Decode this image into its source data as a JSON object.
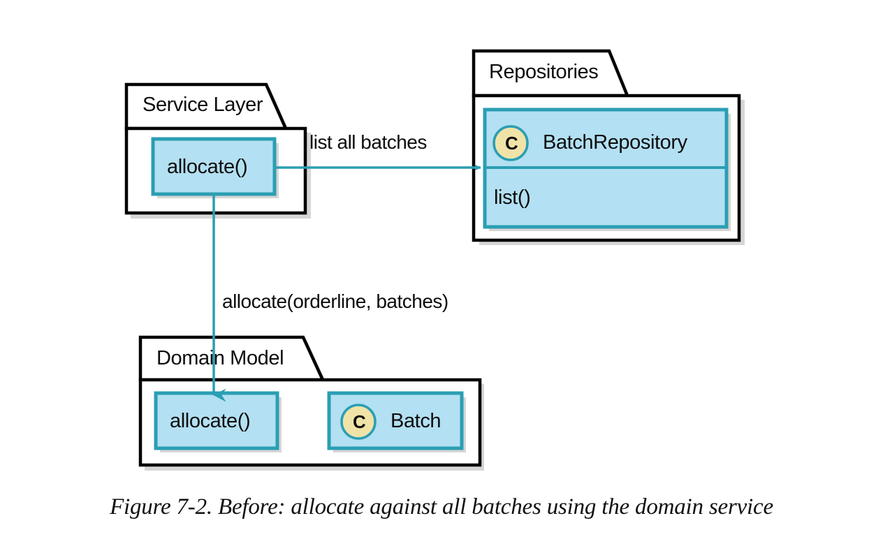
{
  "figure": {
    "caption": "Figure 7-2. Before: allocate against all batches using the domain service"
  },
  "colors": {
    "box_fill": "#b3e0f2",
    "box_border": "#2b9eb3",
    "class_icon_fill": "#f0e3a8",
    "class_icon_border": "#2b9eb3",
    "arrow": "#2b9eb3",
    "package_border": "#000000",
    "package_fill": "#ffffff",
    "shadow": "#b0b0b0",
    "text": "#0d0d0d",
    "background": "#ffffff"
  },
  "packages": [
    {
      "id": "service-layer",
      "title": "Service Layer",
      "boxes": [
        {
          "id": "service-allocate",
          "label": "allocate()",
          "kind": "method",
          "icon": null
        }
      ]
    },
    {
      "id": "repositories",
      "title": "Repositories",
      "boxes": [
        {
          "id": "batch-repository",
          "label": "BatchRepository",
          "kind": "class",
          "icon": "class-icon",
          "icon_letter": "C",
          "members": [
            {
              "id": "batch-repository-list",
              "label": "list()"
            }
          ]
        }
      ]
    },
    {
      "id": "domain-model",
      "title": "Domain Model",
      "boxes": [
        {
          "id": "domain-allocate",
          "label": "allocate()",
          "kind": "method",
          "icon": null
        },
        {
          "id": "batch-class",
          "label": "Batch",
          "kind": "class",
          "icon": "class-icon",
          "icon_letter": "C"
        }
      ]
    }
  ],
  "edges": [
    {
      "id": "edge-list-all-batches",
      "label": "list all batches",
      "from": "service-allocate",
      "to": "batch-repository",
      "direction": "right"
    },
    {
      "id": "edge-allocate-call",
      "label": "allocate(orderline, batches)",
      "from": "service-allocate",
      "to": "domain-allocate",
      "direction": "down"
    }
  ]
}
